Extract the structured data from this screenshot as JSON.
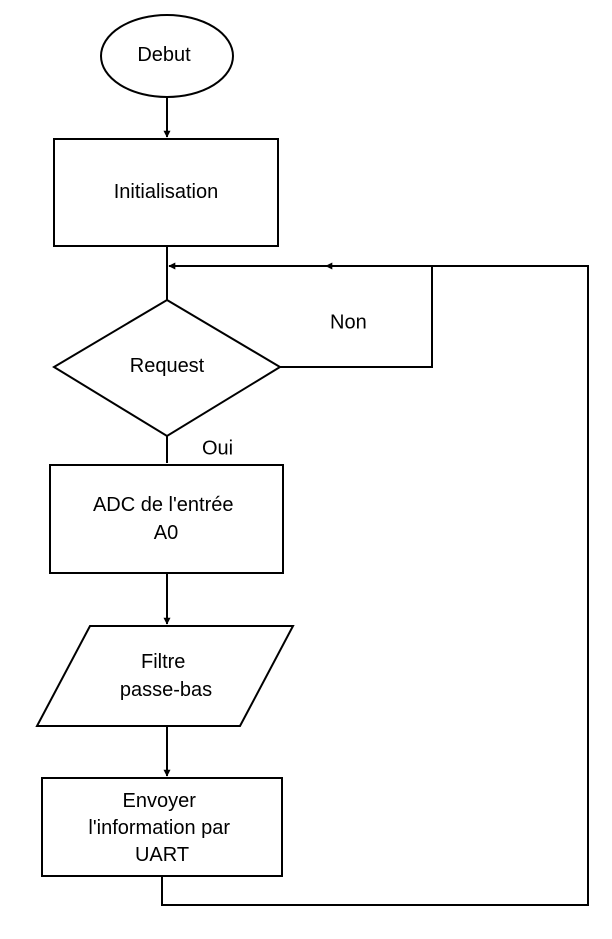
{
  "diagram": {
    "nodes": {
      "debut": {
        "shape": "ellipse",
        "lines": [
          "Debut"
        ]
      },
      "init": {
        "shape": "rectangle",
        "lines": [
          "Initialisation"
        ]
      },
      "request": {
        "shape": "diamond",
        "lines": [
          "Request"
        ]
      },
      "adc": {
        "shape": "rectangle",
        "lines": [
          "ADC de l'entrée",
          "A0"
        ]
      },
      "filtre": {
        "shape": "parallelogram",
        "lines": [
          "Filtre",
          "passe-bas"
        ]
      },
      "envoyer": {
        "shape": "rectangle",
        "lines": [
          "Envoyer",
          "l'information par",
          "UART"
        ]
      }
    },
    "edge_labels": {
      "no": "Non",
      "yes": "Oui"
    },
    "edges": [
      {
        "from": "debut",
        "to": "init"
      },
      {
        "from": "init",
        "to": "request"
      },
      {
        "from": "request",
        "to": "request",
        "label": "no"
      },
      {
        "from": "request",
        "to": "adc",
        "label": "yes"
      },
      {
        "from": "adc",
        "to": "filtre"
      },
      {
        "from": "filtre",
        "to": "envoyer"
      },
      {
        "from": "envoyer",
        "to": "request"
      }
    ],
    "colors": {
      "stroke": "#000000",
      "fill": "#ffffff"
    }
  }
}
